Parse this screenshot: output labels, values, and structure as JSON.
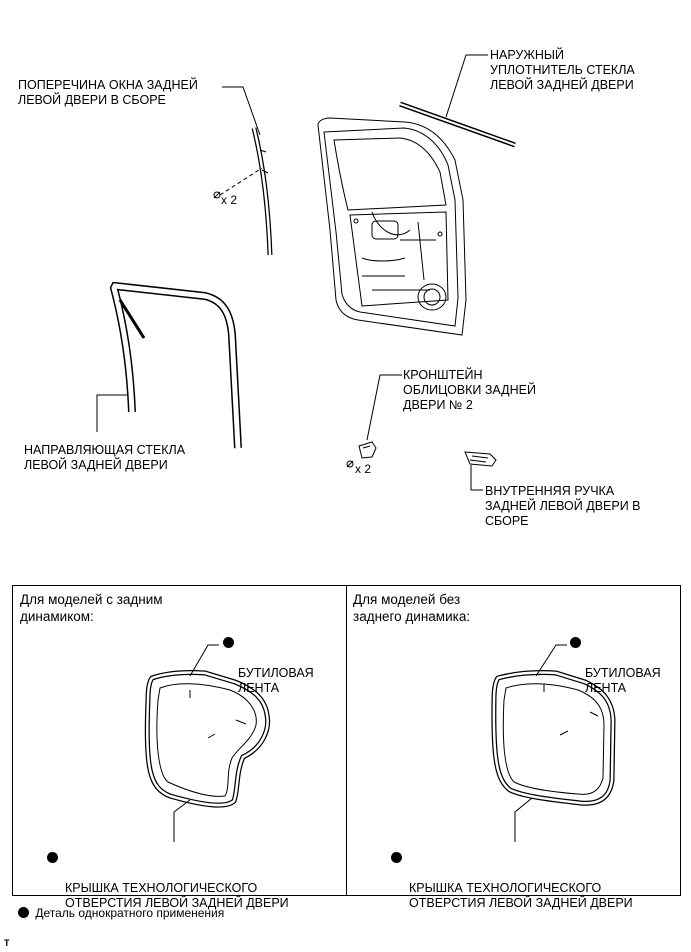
{
  "labels": {
    "crossbar": "ПОПЕРЕЧИНА ОКНА ЗАДНЕЙ\nЛЕВОЙ ДВЕРИ В СБОРЕ",
    "outer_seal": "НАРУЖНЫЙ\nУПЛОТНИТЕЛЬ СТЕКЛА\nЛЕВОЙ ЗАДНЕЙ ДВЕРИ",
    "glass_guide": "НАПРАВЛЯЮЩАЯ СТЕКЛА\nЛЕВОЙ ЗАДНЕЙ ДВЕРИ",
    "bracket": "КРОНШТЕЙН\nОБЛИЦОВКИ ЗАДНЕЙ\nДВЕРИ № 2",
    "inner_handle": "ВНУТРЕННЯЯ РУЧКА\nЗАДНЕЙ ЛЕВОЙ ДВЕРИ В\nСБОРЕ",
    "qty_crossbar": "x 2",
    "qty_bracket": "x 2"
  },
  "panels": {
    "left": {
      "title": "Для моделей с задним\nдинамиком:",
      "tape": "БУТИЛОВАЯ\nЛЕНТА",
      "cover": "КРЫШКА ТЕХНОЛОГИЧЕСКОГО\nОТВЕРСТИЯ ЛЕВОЙ ЗАДНЕЙ ДВЕРИ"
    },
    "right": {
      "title": "Для моделей без\nзаднего динамика:",
      "tape": "БУТИЛОВАЯ\nЛЕНТА",
      "cover": "КРЫШКА ТЕХНОЛОГИЧЕСКОГО\nОТВЕРСТИЯ ЛЕВОЙ ЗАДНЕЙ ДВЕРИ"
    }
  },
  "legend": "Деталь однократного применения",
  "corner_mark": "T"
}
